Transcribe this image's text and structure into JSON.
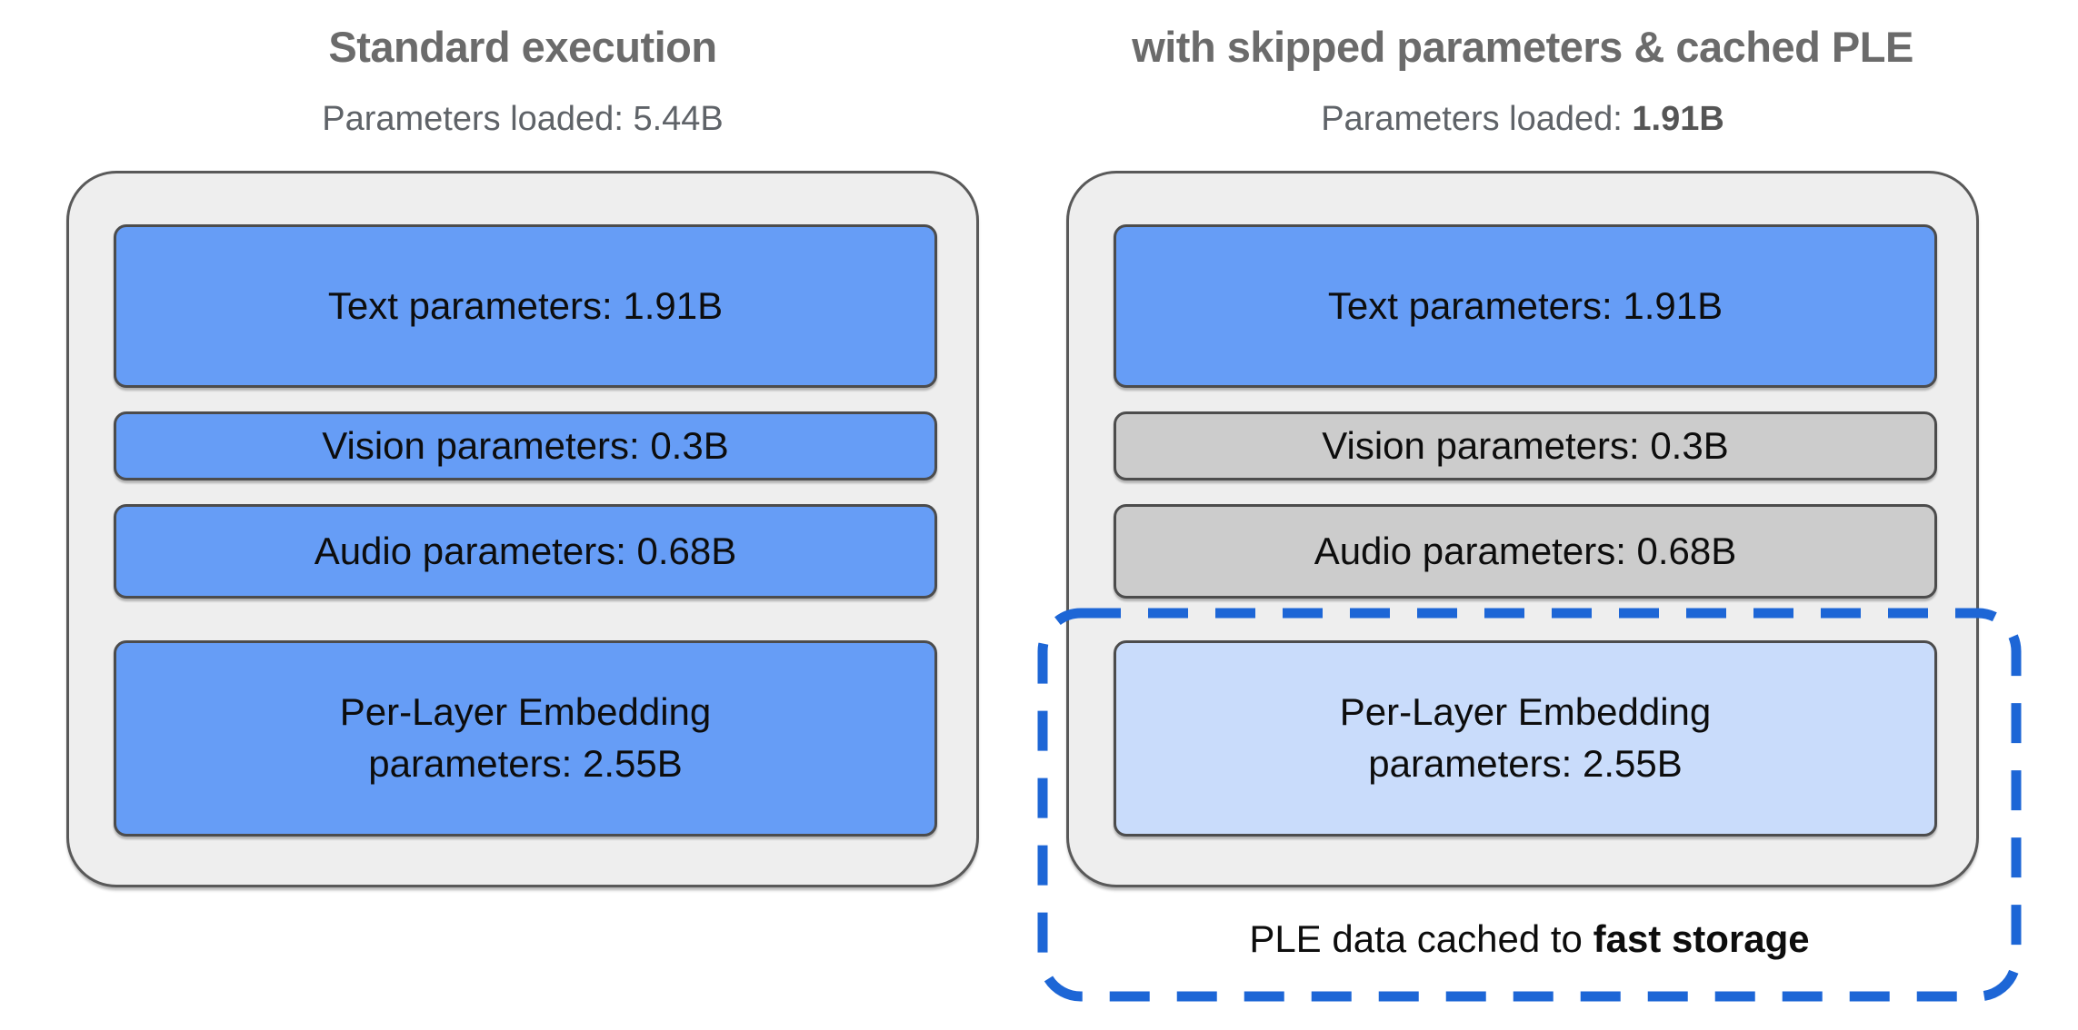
{
  "left_panel": {
    "title": "Standard execution",
    "subtitle": {
      "prefix": "Parameters loaded: ",
      "value": "5.44B"
    },
    "boxes": [
      {
        "id": "text",
        "label": "Text parameters: 1.91B",
        "state": "loaded"
      },
      {
        "id": "vision",
        "label": "Vision parameters: 0.3B",
        "state": "loaded"
      },
      {
        "id": "audio",
        "label": "Audio parameters: 0.68B",
        "state": "loaded"
      },
      {
        "id": "ple",
        "label_line1": "Per-Layer Embedding",
        "label_line2": "parameters: 2.55B",
        "state": "loaded"
      }
    ]
  },
  "right_panel": {
    "title": "with skipped parameters & cached PLE",
    "subtitle": {
      "prefix": "Parameters loaded: ",
      "value": "1.91B"
    },
    "boxes": [
      {
        "id": "text",
        "label": "Text parameters: 1.91B",
        "state": "loaded"
      },
      {
        "id": "vision",
        "label": "Vision parameters: 0.3B",
        "state": "skipped"
      },
      {
        "id": "audio",
        "label": "Audio parameters: 0.68B",
        "state": "skipped"
      },
      {
        "id": "ple",
        "label_line1": "Per-Layer Embedding",
        "label_line2": "parameters: 2.55B",
        "state": "cached"
      }
    ],
    "caption": {
      "prefix": "PLE data cached to ",
      "bold": "fast storage"
    }
  },
  "colors": {
    "blue-fill": "#669df6",
    "gray-fill": "#cccccc",
    "lightblue-fill": "#c9dcfb",
    "panel-bg": "#eeeeee",
    "panel-border": "#595959",
    "box-border": "#4c4c4c",
    "dash-blue": "#1d66d6",
    "title-gray": "#6b6b6b",
    "subtitle-gray": "#5f6368",
    "text-black": "#0d0d0d"
  }
}
